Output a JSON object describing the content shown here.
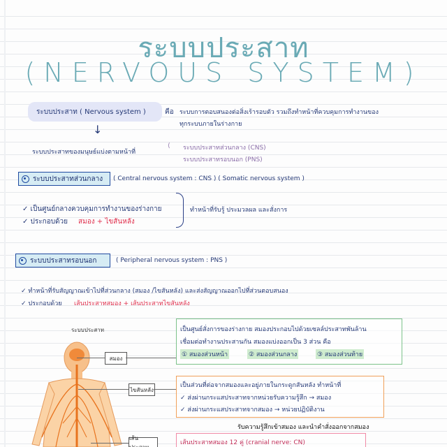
{
  "title": {
    "thai": "ระบบประสาท",
    "english": "(NERVOUS SYSTEM)"
  },
  "definition": {
    "term": "ระบบประสาท ( Nervous system )",
    "connector": "คือ",
    "line1": "ระบบการตอบสนองต่อสิ่งเร้ารอบตัว รวมถึงทำหน้าที่ควบคุมการทำงานของ",
    "line2": "ทุกระบบภายในร่างกาย"
  },
  "division": {
    "text": "ระบบประสาทของมนุษย์แบ่งตามหน้าที่",
    "branch1": "ระบบประสาทส่วนกลาง (CNS)",
    "branch2": "ระบบประสาทรอบนอก (PNS)"
  },
  "cns": {
    "heading": "ระบบประสาทส่วนกลาง",
    "subheading": "( Central nervous system : CNS ) ( Somatic nervous system )",
    "point1": "✓ เป็นศูนย์กลางควบคุมการทำงานของร่างกาย",
    "point2_prefix": "✓ ประกอบด้วย",
    "point2_red": "สมอง + ไขสันหลัง",
    "summary": "ทำหน้าที่รับรู้ ประมวลผล และสั่งการ"
  },
  "pns": {
    "heading": "ระบบประสาทรอบนอก",
    "subheading": "( Peripheral nervous system : PNS )",
    "point1": "✓ ทำหน้าที่รับสัญญาณเข้าไปที่ส่วนกลาง (สมอง /ไขสันหลัง) และส่งสัญญาณออกไปที่ส่วนตอบสนอง",
    "point2_prefix": "✓ ประกอบด้วย",
    "point2_red": "เส้นประสาทสมอง + เส้นประสาทไขสันหลัง"
  },
  "diagram": {
    "caption": "ระบบประสาท",
    "label_brain": "สมอง",
    "label_spinal": "ไขสันหลัง",
    "label_nerve": "เส้นประสาท",
    "brain_box": {
      "line1": "เป็นศูนย์สั่งการของร่างกาย สมองประกอบไปด้วยเซลล์ประสาทพันล้าน",
      "line2": "เชื่อมต่อทำงานประสานกัน สมองแบ่งออกเป็น 3 ส่วน คือ",
      "parts": [
        "① สมองส่วนหน้า",
        "② สมองส่วนกลาง",
        "③ สมองส่วนท้าย"
      ]
    },
    "spinal_box": {
      "line1": "เป็นส่วนที่ต่อจากสมองและอยู่ภายในกระดูกสันหลัง ทำหน้าที่",
      "line2": "✓ ส่งผ่านกระแสประสาทจากหน่วยรับความรู้สึก → สมอง",
      "line3": "✓ ส่งผ่านกระแสประสาทจากสมอง → หน่วยปฏิบัติงาน"
    },
    "nerve_note": "รับความรู้สึกเข้าสมอง และนำคำสั่งออกจากสมอง",
    "nerve_box": "เส้นประสาทสมอง 12 คู่ (cranial nerve: CN)"
  },
  "colors": {
    "title": "#6aaab5",
    "ink": "#263a77",
    "accent_red": "#e0314e",
    "box_blue": "#d6ecf4",
    "green_box": "#7cc28a",
    "orange_box": "#f0a05a",
    "pink_box": "#f08aa6"
  }
}
